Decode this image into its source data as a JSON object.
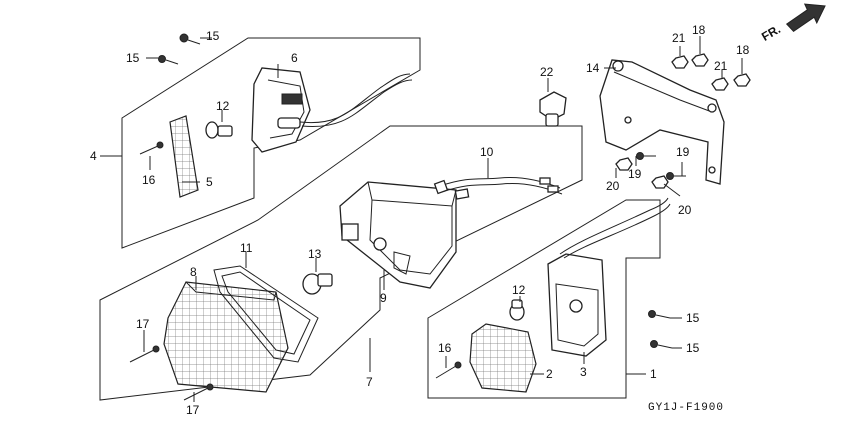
{
  "diagram": {
    "drawing_code": "GY1J-F1900",
    "direction_marker": "FR.",
    "part_labels": {
      "p1": "1",
      "p2": "2",
      "p3": "3",
      "p4": "4",
      "p5": "5",
      "p6": "6",
      "p7": "7",
      "p8": "8",
      "p9": "9",
      "p10": "10",
      "p11": "11",
      "p12a": "12",
      "p12b": "12",
      "p13": "13",
      "p14": "14",
      "p15a": "15",
      "p15b": "15",
      "p15c": "15",
      "p15d": "15",
      "p16a": "16",
      "p16b": "16",
      "p17a": "17",
      "p17b": "17",
      "p18a": "18",
      "p18b": "18",
      "p19a": "19",
      "p19b": "19",
      "p20a": "20",
      "p20b": "20",
      "p21a": "21",
      "p21b": "21",
      "p22": "22"
    }
  }
}
